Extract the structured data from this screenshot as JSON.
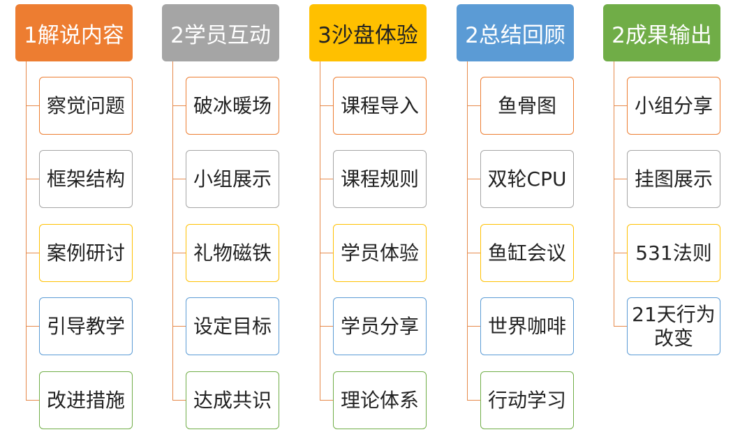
{
  "columns": [
    {
      "title": "1解说内容",
      "header_color": "#ed7d31",
      "items": [
        {
          "label": "察觉问题",
          "border": "#ed7d31"
        },
        {
          "label": "框架结构",
          "border": "#a5a5a5"
        },
        {
          "label": "案例研讨",
          "border": "#ffc000"
        },
        {
          "label": "引导教学",
          "border": "#5b9bd5"
        },
        {
          "label": "改进措施",
          "border": "#70ad47"
        }
      ]
    },
    {
      "title": "2学员互动",
      "header_color": "#a5a5a5",
      "items": [
        {
          "label": "破冰暖场",
          "border": "#ed7d31"
        },
        {
          "label": "小组展示",
          "border": "#a5a5a5"
        },
        {
          "label": "礼物磁铁",
          "border": "#ffc000"
        },
        {
          "label": "设定目标",
          "border": "#5b9bd5"
        },
        {
          "label": "达成共识",
          "border": "#70ad47"
        }
      ]
    },
    {
      "title": "3沙盘体验",
      "header_color": "#ffc000",
      "items": [
        {
          "label": "课程导入",
          "border": "#ed7d31"
        },
        {
          "label": "课程规则",
          "border": "#a5a5a5"
        },
        {
          "label": "学员体验",
          "border": "#ffc000"
        },
        {
          "label": "学员分享",
          "border": "#5b9bd5"
        },
        {
          "label": "理论体系",
          "border": "#70ad47"
        }
      ]
    },
    {
      "title": "2总结回顾",
      "header_color": "#5b9bd5",
      "items": [
        {
          "label": "鱼骨图",
          "border": "#ed7d31"
        },
        {
          "label": "双轮CPU",
          "border": "#a5a5a5"
        },
        {
          "label": "鱼缸会议",
          "border": "#ffc000"
        },
        {
          "label": "世界咖啡",
          "border": "#5b9bd5"
        },
        {
          "label": "行动学习",
          "border": "#70ad47"
        }
      ]
    },
    {
      "title": "2成果输出",
      "header_color": "#70ad47",
      "items": [
        {
          "label": "小组分享",
          "border": "#ed7d31"
        },
        {
          "label": "挂图展示",
          "border": "#a5a5a5"
        },
        {
          "label": "531法则",
          "border": "#ffc000"
        },
        {
          "label": "21天行为改变",
          "border": "#5b9bd5"
        }
      ]
    }
  ]
}
